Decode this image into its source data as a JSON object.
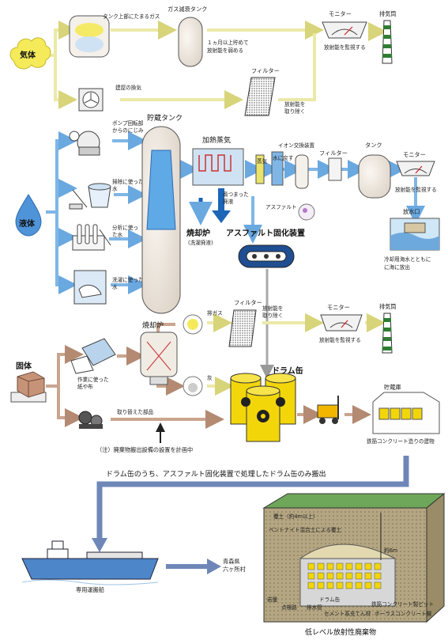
{
  "categories": {
    "gas": "気体",
    "liquid": "液体",
    "solid": "固体"
  },
  "gas_line": {
    "tank_top_gas": "タンク上部にたまるガス",
    "decay_tank": "ガス減衰タンク",
    "store_note": [
      "１ヵ月以上貯めて",
      "放射能を弱める"
    ],
    "monitor": "モニター",
    "monitor_note": "放射能を監視する",
    "stack": "排気筒",
    "building_exhaust": "建屋の換気",
    "filter": "フィルター",
    "filter_note": [
      "放射能を",
      "取り除く"
    ]
  },
  "liquid_line": {
    "sources": [
      [
        "ポンプ回転部",
        "からのにじみ"
      ],
      [
        "掃除に使った",
        "水"
      ],
      [
        "分析に使っ",
        "た水"
      ],
      [
        "洗濯に使った",
        "水"
      ]
    ],
    "storage_tank": "貯蔵タンク",
    "evaporator": "加熱蒸気",
    "steam": "蒸気",
    "to_water": "水に戻す",
    "ion_exchanger": "イオン交換装置",
    "filter": "フィルター",
    "tank": "タンク",
    "monitor": "モニター",
    "monitor_note": "放射能を監視する",
    "outlet": "放水口",
    "outlet_note": [
      "冷却用海水とともに",
      "に海に放出"
    ],
    "concentrate": [
      "煮つまった",
      "廃液"
    ],
    "asphalt_label": "アスファルト",
    "incinerator_wash": "焼却炉",
    "incinerator_wash_sub": "(洗濯廃液)",
    "asphalt_unit": "アスファルト固化装置"
  },
  "solid_line": {
    "incinerator": "焼却炉",
    "waste_items": [
      "作業に使った",
      "紙や布"
    ],
    "exhaust_gas": "排ガス",
    "filter": "フィルター",
    "filter_note": [
      "放射能を",
      "取り除く"
    ],
    "monitor": "モニター",
    "monitor_note": "放射能を監視する",
    "stack": "排気筒",
    "ash": "灰",
    "drum": "ドラム缶",
    "parts": "取り替えた部品",
    "storehouse": "貯蔵庫",
    "storehouse_note": "鉄筋コンクリート造りの建物",
    "plan_note": "（注）廃棄物搬出設備の設置を計画中"
  },
  "transport": {
    "message": "ドラム缶のうち、アスファルト固化装置で処理したドラム缶のみ搬出",
    "ship": "専用運搬船",
    "destination": [
      "青森県",
      "六ヶ所村"
    ]
  },
  "disposal": {
    "covering_soil": "覆土（約4m以上）",
    "bentonite": "ベントナイト混合土による覆土",
    "bedrock": "岩盤",
    "inspection_drain": "点検路",
    "drain_pipe": "排水管",
    "drum": "ドラム缶",
    "cement": "セメント系充てん材",
    "pit": "鉄筋コンクリート製ピット",
    "porous": "ポーラスコンクリート層",
    "depth": "約6m",
    "caption": "低レベル放射性廃棄物"
  },
  "colors": {
    "gas": "#ece9a8",
    "liquid": "#7fb6e6",
    "solid": "#c9a58f",
    "blue_arrow": "#6e87b8",
    "drum_yellow": "#f2d60a"
  }
}
